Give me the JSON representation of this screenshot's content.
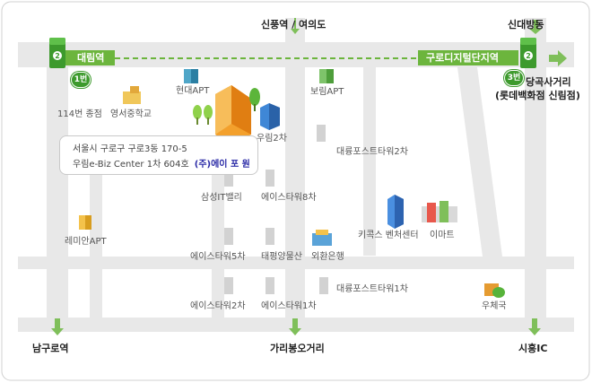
{
  "stations": {
    "daerim": "대림역",
    "guro_digital": "구로디지털단지역",
    "line_number": "2"
  },
  "exits": {
    "daerim_exit": "1번",
    "guro_exit": "3번"
  },
  "places": {
    "sinpung": "신풍역 / 여의도",
    "sindaebang": "신대방동",
    "danggok": "당곡사거리",
    "lotte": "(롯데백화점 신림점)",
    "namguro": "남구로역",
    "garibong": "가리봉오거리",
    "siheung": "시흥IC",
    "jeomjeom_114": "114번 종점",
    "youngseo": "영서중학교",
    "hyundai": "현대APT",
    "borim": "보림APT",
    "woorim2": "우림2차",
    "daeryung2": "대륭포스트타워2차",
    "samsung_it": "삼성IT밸리",
    "ace8": "에이스타워8차",
    "remian": "레미안APT",
    "kiko": "키콕스 벤처센터",
    "emart": "이마트",
    "ace5": "에이스타워5차",
    "taepyung": "태평양물산",
    "oehwan": "외환은행",
    "ace2": "에이스타워2차",
    "ace1": "에이스타워1차",
    "daeryung1": "대륭포스트타워1차",
    "post": "우체국"
  },
  "callout": {
    "address": "서울시 구로구 구로3동 170-5",
    "building": "우림e-Biz Center 1차  604호",
    "company": "(주)에이 포 원"
  },
  "colors": {
    "road": "#e6e6e6",
    "station_bar": "#6cb53d",
    "station_icon": "#3d9a2d",
    "arrow": "#7fbf5a",
    "building_gray": "#cfcfcf",
    "highlight_building": "#f3a02c"
  }
}
